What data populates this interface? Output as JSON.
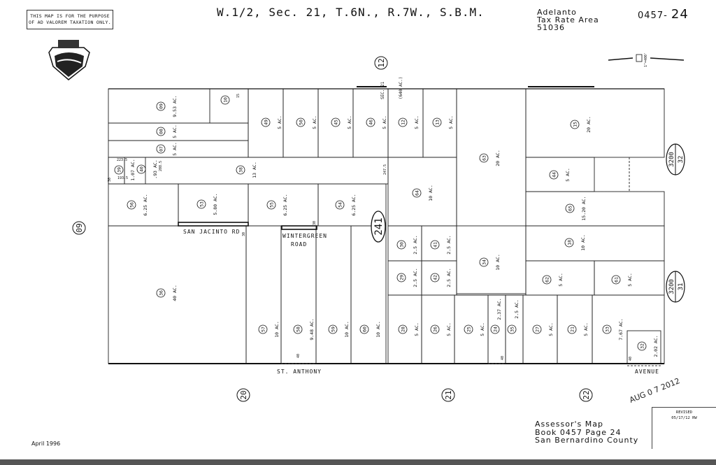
{
  "header": {
    "disclaimer_line1": "THIS MAP IS FOR THE PURPOSE",
    "disclaimer_line2": "OF AD VALOREM TAXATION ONLY.",
    "title": "W.1/2, Sec. 21, T.6N., R.7W., S.B.M.",
    "tax_rate_city": "Adelanto",
    "tax_rate_label": "Tax Rate Area",
    "tax_rate_number": "51036",
    "page_prefix": "0457-",
    "page_suffix": "24",
    "scale": "1\"=400'",
    "seal": "SAN BERNARDINO county seal"
  },
  "section_label": "SEC. 21",
  "section_acres": "(640 AC.)",
  "adjacent_sections": [
    "12",
    "09",
    "20",
    "21",
    "22"
  ],
  "adjacent_books": [
    {
      "top": "3200",
      "bottom": "32"
    },
    {
      "top": "3200",
      "bottom": "31"
    }
  ],
  "route": "241",
  "roads": {
    "san_jacinto": "SAN JACINTO RD",
    "wintergreen_1": "WINTERGREEN",
    "wintergreen_2": "ROAD",
    "st_anthony": "ST. ANTHONY",
    "avenue": "AVENUE"
  },
  "dimensions": [
    "15",
    "223.5",
    "193.5",
    "208.5",
    "247.5",
    "30",
    "30",
    "30",
    "40",
    "40",
    "40"
  ],
  "parcels": [
    {
      "apn": "09",
      "acres": "9.53 AC."
    },
    {
      "apn": "10",
      "acres": ""
    },
    {
      "apn": "08",
      "acres": "5 AC."
    },
    {
      "apn": "07",
      "acres": "5 AC."
    },
    {
      "apn": "49",
      "acres": "5 AC."
    },
    {
      "apn": "50",
      "acres": "5 AC."
    },
    {
      "apn": "45",
      "acres": "5 AC."
    },
    {
      "apn": "46",
      "acres": "5 AC."
    },
    {
      "apn": "12",
      "acres": "5 AC."
    },
    {
      "apn": "13",
      "acres": "5 AC."
    },
    {
      "apn": "63",
      "acres": "20 AC."
    },
    {
      "apn": "15",
      "acres": "20 AC."
    },
    {
      "apn": "39",
      "acres": "1.07 AC."
    },
    {
      "apn": "40",
      "acres": ".93 AC."
    },
    {
      "apn": "38",
      "acres": "13 AC."
    },
    {
      "apn": "64",
      "acres": "10 AC."
    },
    {
      "apn": "44",
      "acres": "5 AC."
    },
    {
      "apn": "65",
      "acres": "15.20 AC."
    },
    {
      "apn": "56",
      "acres": "6.25 AC."
    },
    {
      "apn": "53",
      "acres": "5.80 AC."
    },
    {
      "apn": "55",
      "acres": "6.25 AC."
    },
    {
      "apn": "54",
      "acres": "6.25 AC."
    },
    {
      "apn": "36",
      "acres": "40 AC."
    },
    {
      "apn": "57",
      "acres": "10 AC."
    },
    {
      "apn": "58",
      "acres": "9.48 AC."
    },
    {
      "apn": "59",
      "acres": "10 AC."
    },
    {
      "apn": "60",
      "acres": "10 AC."
    },
    {
      "apn": "30",
      "acres": "2.5 AC."
    },
    {
      "apn": "41",
      "acres": "2.5 AC."
    },
    {
      "apn": "29",
      "acres": "2.5 AC."
    },
    {
      "apn": "42",
      "acres": "2.5 AC."
    },
    {
      "apn": "34",
      "acres": "10 AC."
    },
    {
      "apn": "18",
      "acres": "10 AC."
    },
    {
      "apn": "62",
      "acres": "5 AC."
    },
    {
      "apn": "61",
      "acres": "5 AC."
    },
    {
      "apn": "28",
      "acres": "5 AC."
    },
    {
      "apn": "26",
      "acres": "5 AC."
    },
    {
      "apn": "25",
      "acres": "5 AC."
    },
    {
      "apn": "24",
      "acres": "2.37 AC."
    },
    {
      "apn": "35",
      "acres": "2.5 AC."
    },
    {
      "apn": "27",
      "acres": "5 AC."
    },
    {
      "apn": "21",
      "acres": "5 AC."
    },
    {
      "apn": "33",
      "acres": "7.67 AC."
    },
    {
      "apn": "32",
      "acres": "2.02 AC."
    }
  ],
  "footer": {
    "date": "April 1996",
    "stamp": "AUG 0 7 2012",
    "revised_label": "REVISED",
    "revised_value": "05/17/12 RW",
    "line1": "Assessor's Map",
    "line2": "Book 0457 Page 24",
    "line3": "San Bernardino County"
  }
}
